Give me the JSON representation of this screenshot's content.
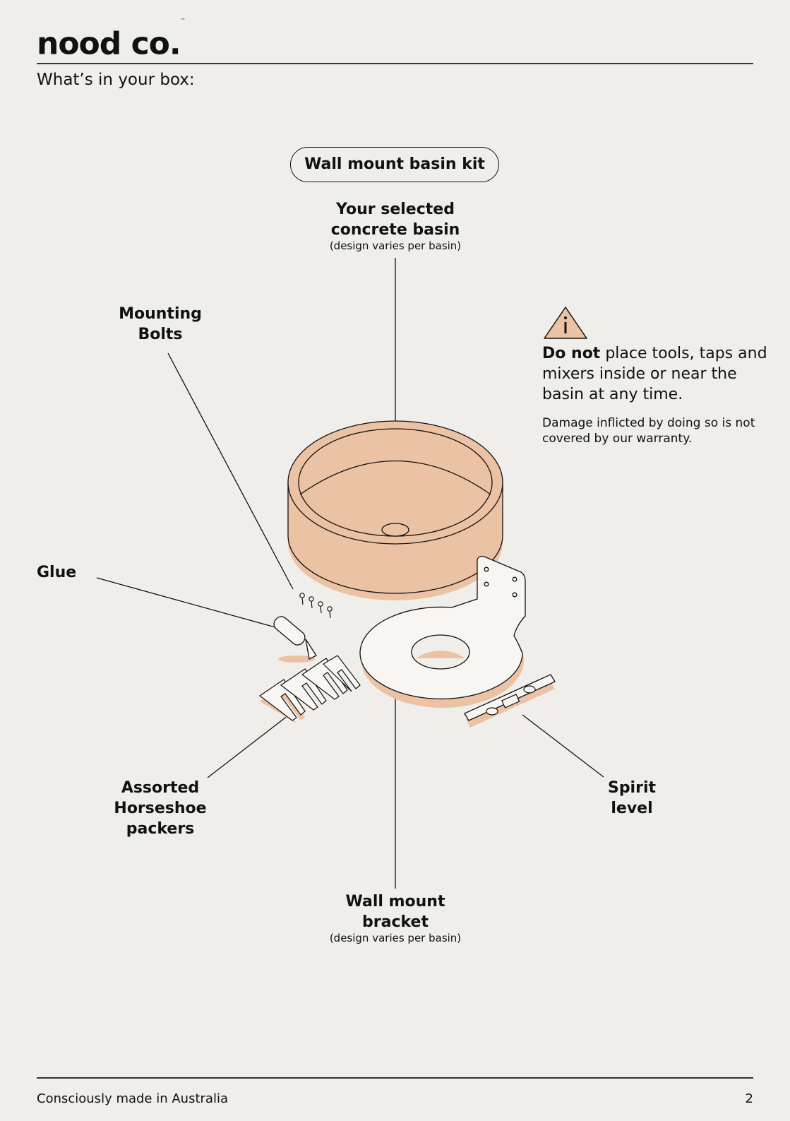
{
  "header": {
    "brand": "nood co.",
    "trademark": "™",
    "subtitle": "What’s in your box:"
  },
  "kit": {
    "title": "Wall mount basin kit"
  },
  "parts": {
    "basin": {
      "line1": "Your selected",
      "line2": "concrete basin",
      "note": "(design varies per basin)"
    },
    "bolts": {
      "line1": "Mounting",
      "line2": "Bolts"
    },
    "glue": {
      "label": "Glue"
    },
    "packers": {
      "line1": "Assorted",
      "line2": "Horseshoe",
      "line3": "packers"
    },
    "level": {
      "line1": "Spirit",
      "line2": "level"
    },
    "bracket": {
      "line1": "Wall mount",
      "line2": "bracket",
      "note": "(design varies per basin)"
    }
  },
  "warning": {
    "icon": "info-warning-icon",
    "bold": "Do not",
    "text": " place tools, taps and mixers inside or near the basin at any time.",
    "subtext": "Damage inflicted by doing so is not covered by our warranty."
  },
  "footer": {
    "tagline": "Consciously made in Australia",
    "page_number": "2"
  },
  "colors": {
    "background": "#f0eeea",
    "accent": "#ebc2a3",
    "line": "#111111"
  }
}
